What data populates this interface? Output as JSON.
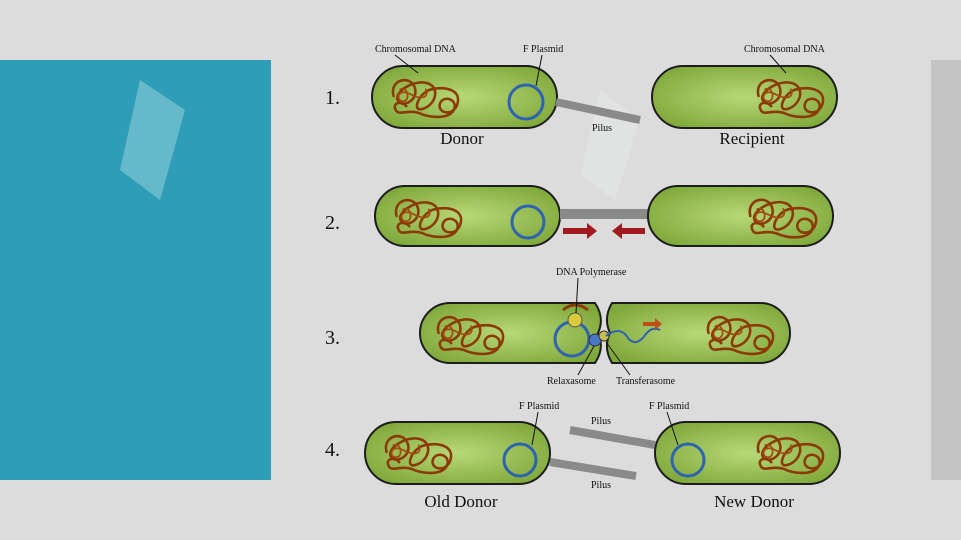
{
  "steps": [
    {
      "number": "1.",
      "left_caption": "Donor",
      "right_caption": "Recipient"
    },
    {
      "number": "2."
    },
    {
      "number": "3."
    },
    {
      "number": "4.",
      "left_caption": "Old Donor",
      "right_caption": "New Donor"
    }
  ],
  "labels": {
    "chromosomal_dna_left": "Chromosomal DNA",
    "chromosomal_dna_right": "Chromosomal DNA",
    "f_plasmid_1": "F Plasmid",
    "pilus_1": "Pilus",
    "dna_polymerase": "DNA Polymerase",
    "relaxasome": "Relaxasome",
    "transferasome": "Transferasome",
    "f_plasmid_4_left": "F Plasmid",
    "f_plasmid_4_right": "F Plasmid",
    "pilus_4_top": "Pilus",
    "pilus_4_bottom": "Pilus"
  },
  "colors": {
    "cell_fill": "#86b040",
    "cell_outline": "#1d1d1d",
    "dna": "#8b3a06",
    "plasmid": "#2f63b0",
    "pilus": "#8a8a8a",
    "arrow": "#a01a1f",
    "teal_panel": "#2f9db7"
  }
}
